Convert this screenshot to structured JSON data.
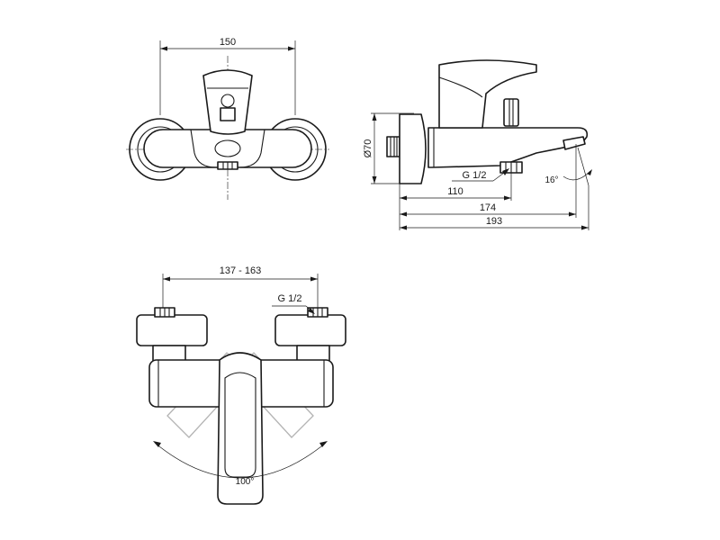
{
  "front_view": {
    "dim_width": "150"
  },
  "side_view": {
    "dim_diameter": "Ø70",
    "dim_thread": "G 1/2",
    "dim_angle": "16°",
    "dim_110": "110",
    "dim_174": "174",
    "dim_193": "193"
  },
  "bottom_view": {
    "dim_centers": "137 - 163",
    "dim_thread": "G 1/2",
    "dim_rotation": "100°"
  }
}
